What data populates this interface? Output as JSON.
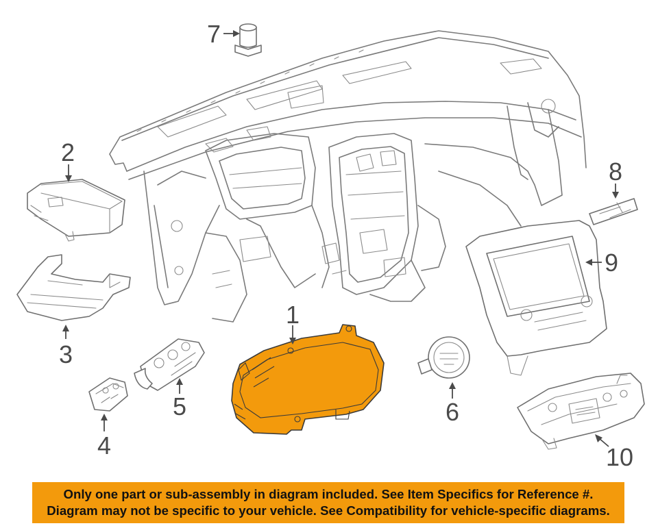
{
  "callouts": {
    "c1": "1",
    "c2": "2",
    "c3": "3",
    "c4": "4",
    "c5": "5",
    "c6": "6",
    "c7": "7",
    "c8": "8",
    "c9": "9",
    "c10": "10"
  },
  "notice": {
    "line1": "Only one part or sub-assembly in diagram included. See Item Specifics for Reference #.",
    "line2": "Diagram may not be specific to your vehicle. See Compatibility for vehicle-specific diagrams."
  },
  "colors": {
    "highlight": "#f39a0c",
    "banner": "#f39a0c",
    "line_art": "#7a7a7a",
    "text": "#4a4a4a"
  }
}
